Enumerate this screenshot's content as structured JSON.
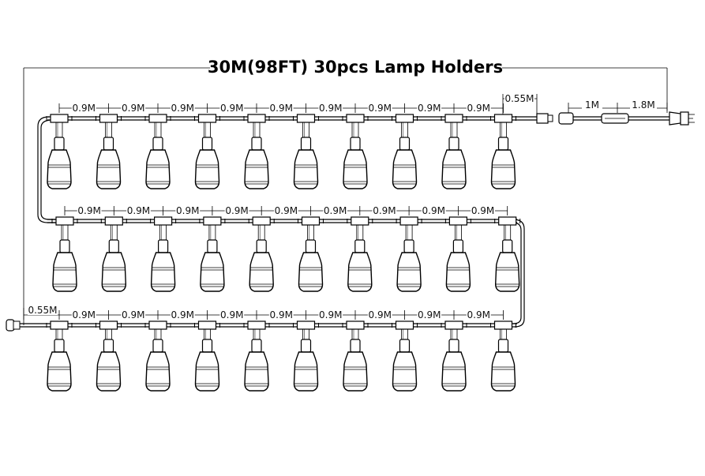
{
  "title": "30M(98FT) 30pcs Lamp Holders",
  "spacing_label": "0.9M",
  "lead_label": "0.55M",
  "plug_cable_labels": [
    "1M",
    "1.8M"
  ],
  "rows": [
    {
      "lamp_count": 10
    },
    {
      "lamp_count": 10
    },
    {
      "lamp_count": 10
    }
  ]
}
